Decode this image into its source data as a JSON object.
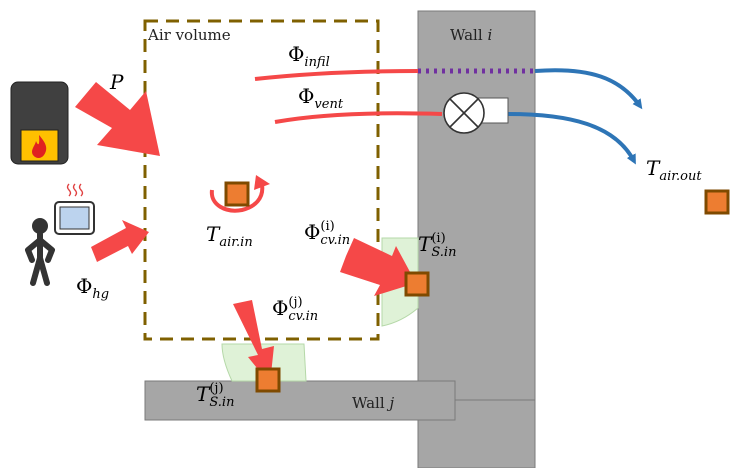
{
  "air_volume_label": "Air volume",
  "wall_i_label": "Wall",
  "wall_i_index": "i",
  "wall_j_label": "Wall",
  "wall_j_index": "j",
  "power_label": "P",
  "phi_symbol": "Φ",
  "phi_infil_sub": "infil",
  "phi_vent_sub": "vent",
  "phi_hg_sub": "hg",
  "phi_cv_i_sub": "cv.in",
  "phi_cv_i_sup": "(i)",
  "phi_cv_j_sub": "cv.in",
  "phi_cv_j_sup": "(j)",
  "t_symbol": "T",
  "t_air_in_sub": "air.in",
  "t_air_out_sub": "air.out",
  "t_s_i_sub": "S.in",
  "t_s_i_sup": "(i)",
  "t_s_j_sub": "S.in",
  "t_s_j_sup": "(j)",
  "colors": {
    "wall_fill": "#a6a6a6",
    "wall_stroke": "#7a7a7a",
    "heat_arrow": "#f54848",
    "airflow_blue": "#2e75b6",
    "infil_dotted": "#7030a0",
    "air_volume_dash": "#7f6000",
    "sensor_fill": "#ed7d31",
    "sensor_stroke": "#7f4a00",
    "convection_zone": "#d9f0d0",
    "heater_body": "#404040",
    "heater_window": "#ffc000"
  }
}
